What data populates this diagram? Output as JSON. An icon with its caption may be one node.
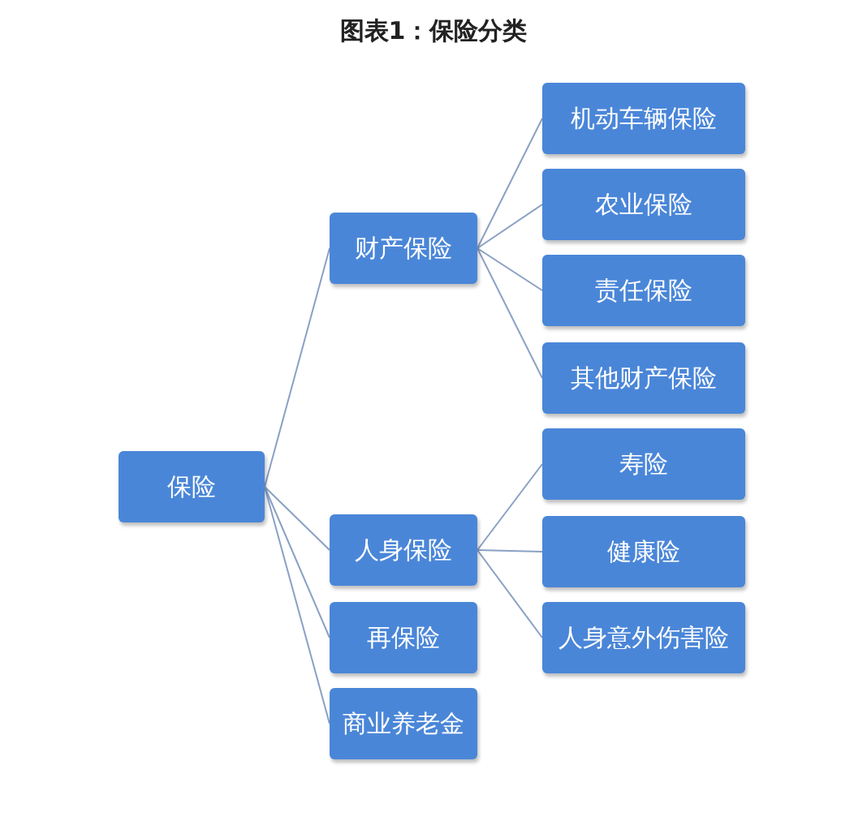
{
  "diagram": {
    "title": "图表1：保险分类",
    "nodes": [
      {
        "text": [
          "保险"
        ]
      },
      {
        "text": [
          "财产保险"
        ]
      },
      {
        "text": [
          "人身保险"
        ]
      },
      {
        "text": [
          "再保险"
        ]
      },
      {
        "text": [
          "商业养老金"
        ]
      },
      {
        "text": [
          "机动车辆保险"
        ]
      },
      {
        "text": [
          "农业保险"
        ]
      },
      {
        "text": [
          "责任保险"
        ]
      },
      {
        "text": [
          "其他财产保险"
        ]
      },
      {
        "text": [
          "寿险"
        ]
      },
      {
        "text": [
          "健康险"
        ]
      },
      {
        "text": [
          "人身意外伤害险"
        ]
      }
    ],
    "edges": [
      {
        "from": 0,
        "to": 1,
        "arrow": "none"
      },
      {
        "from": 0,
        "to": 2,
        "arrow": "none"
      },
      {
        "from": 0,
        "to": 3,
        "arrow": "none"
      },
      {
        "from": 0,
        "to": 4,
        "arrow": "none"
      },
      {
        "from": 1,
        "to": 5,
        "arrow": "none"
      },
      {
        "from": 1,
        "to": 6,
        "arrow": "none"
      },
      {
        "from": 1,
        "to": 7,
        "arrow": "none"
      },
      {
        "from": 1,
        "to": 8,
        "arrow": "none"
      },
      {
        "from": 2,
        "to": 9,
        "arrow": "none"
      },
      {
        "from": 2,
        "to": 10,
        "arrow": "none"
      },
      {
        "from": 2,
        "to": 11,
        "arrow": "none"
      }
    ]
  }
}
